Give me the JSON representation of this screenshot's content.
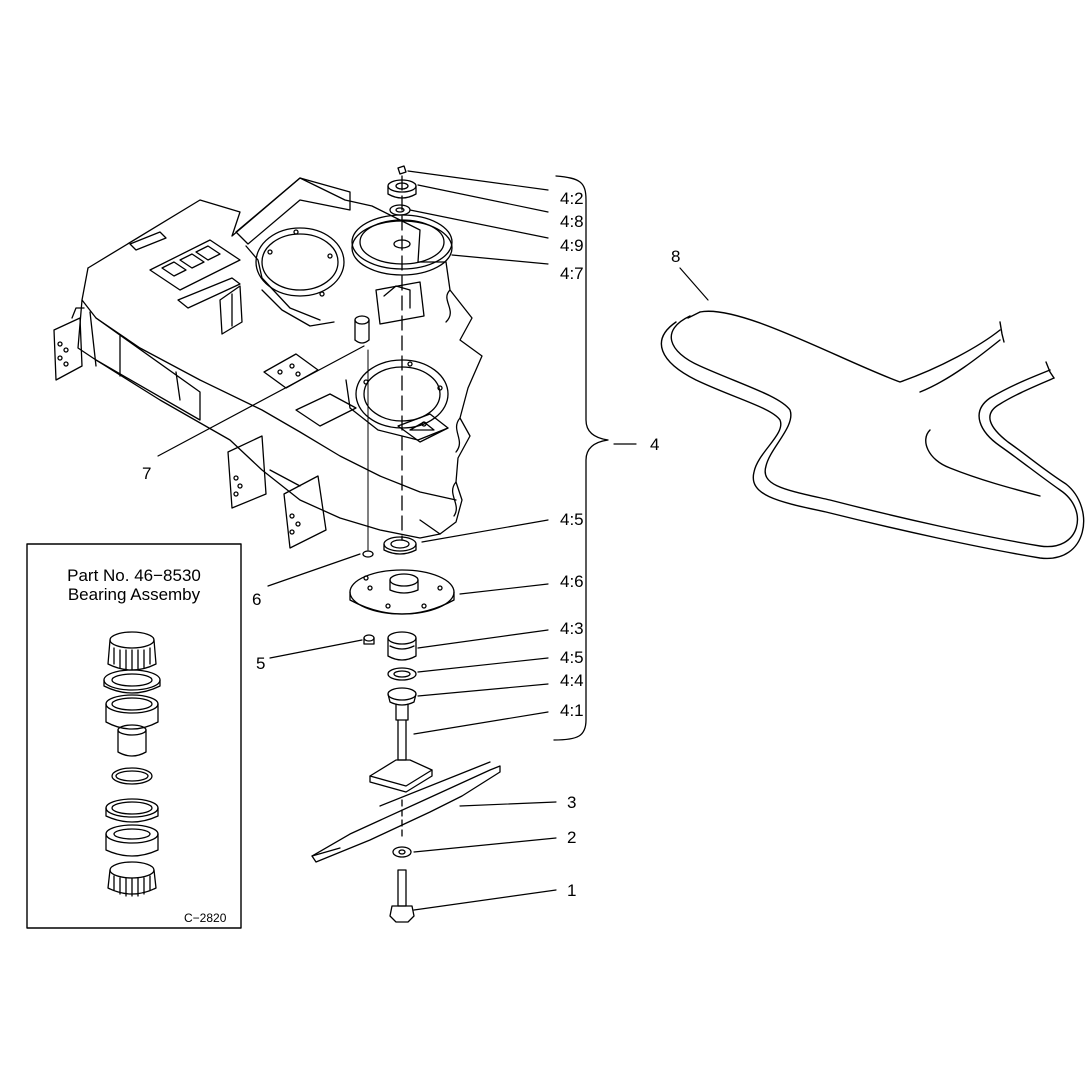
{
  "inset": {
    "part_number": "Part No. 46−8530",
    "title": "Bearing Assemby",
    "drawing_code": "C−2820"
  },
  "callouts": {
    "c4_2": "4:2",
    "c4_8": "4:8",
    "c4_9": "4:9",
    "c4_7": "4:7",
    "c8": "8",
    "c4": "4",
    "c7": "7",
    "c4_5a": "4:5",
    "c4_6": "4:6",
    "c6": "6",
    "c4_3": "4:3",
    "c5": "5",
    "c4_5b": "4:5",
    "c4_4": "4:4",
    "c4_1": "4:1",
    "c3": "3",
    "c2": "2",
    "c1": "1"
  },
  "colors": {
    "ink": "#000000",
    "paper": "#ffffff"
  }
}
